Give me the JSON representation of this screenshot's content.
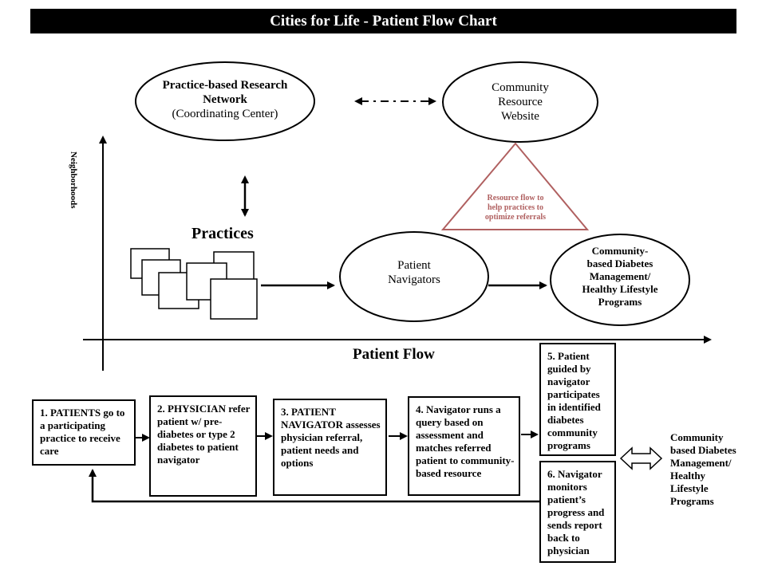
{
  "title": "Cities for Life - Patient Flow Chart",
  "network": {
    "line1": "Practice-based Research",
    "line2": "Network",
    "line3": "(Coordinating Center)"
  },
  "website": {
    "line1": "Community",
    "line2": "Resource",
    "line3": "Website"
  },
  "axis_y_label": "Neighborhoods",
  "axis_x_label": "Patient Flow",
  "practices_label": "Practices",
  "navigators": {
    "line1": "Patient",
    "line2": "Navigators"
  },
  "programs": {
    "line1": "Community-",
    "line2": "based Diabetes",
    "line3": "Management/",
    "line4": "Healthy Lifestyle",
    "line5": "Programs"
  },
  "resource_flow": {
    "line1": "Resource flow to",
    "line2": "help practices to",
    "line3": "optimize referrals"
  },
  "steps": [
    {
      "label": "1. PATIENTS go to a participating practice to receive care"
    },
    {
      "label": "2. PHYSICIAN refer patient w/ pre-diabetes or type 2 diabetes to patient navigator"
    },
    {
      "label": "3. PATIENT NAVIGATOR assesses physician referral, patient needs and options"
    },
    {
      "label": "4. Navigator runs a query based on assessment and matches referred patient to community-based resource"
    },
    {
      "label": "5. Patient guided by navigator participates in identified diabetes community programs"
    },
    {
      "label": "6. Navigator monitors patient’s progress and sends report back to physician"
    }
  ],
  "bottom_programs": {
    "line1": "Community",
    "line2": "based Diabetes",
    "line3": "Management/",
    "line4": "Healthy",
    "line5": "Lifestyle",
    "line6": "Programs"
  }
}
